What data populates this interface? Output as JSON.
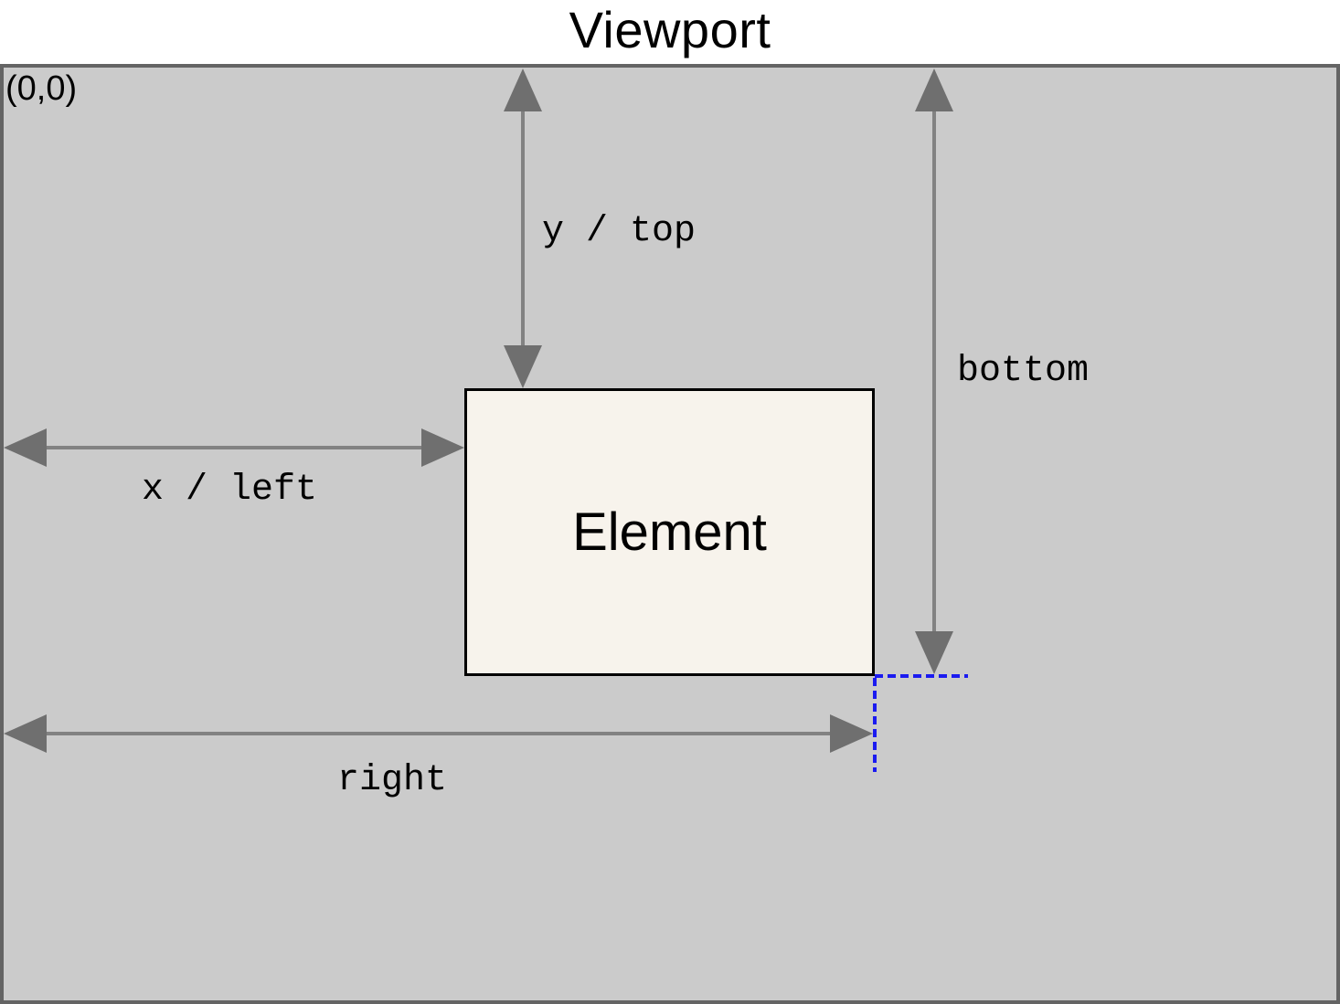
{
  "diagram": {
    "title": "Viewport",
    "origin_label": "(0,0)",
    "element_label": "Element",
    "measurements": [
      {
        "id": "y-top",
        "label": "y / top"
      },
      {
        "id": "x-left",
        "label": "x / left"
      },
      {
        "id": "bottom",
        "label": "bottom"
      },
      {
        "id": "right",
        "label": "right"
      }
    ],
    "colors": {
      "viewport_fill": "#cbcbcb",
      "viewport_border": "#646464",
      "element_fill": "#f7f3ec",
      "element_border": "#000000",
      "arrow_line": "#828282",
      "arrow_head": "#6f6f6f",
      "guide_blue": "#1b1bf0",
      "text": "#000000"
    }
  }
}
